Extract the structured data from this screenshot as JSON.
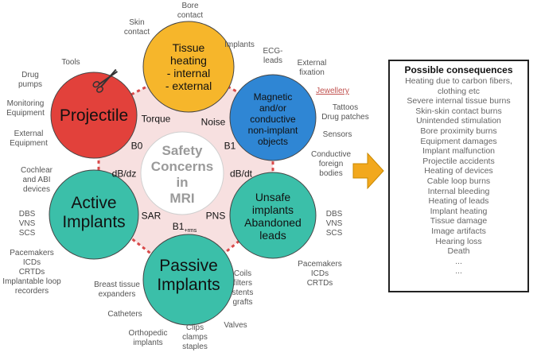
{
  "center": [
    "Safety",
    "Concerns",
    "in",
    "MRI"
  ],
  "nodes": [
    {
      "id": "tissue",
      "lines": [
        "Tissue",
        "heating",
        "- internal",
        "- external"
      ],
      "fill": "#f6b62b"
    },
    {
      "id": "magnetic",
      "lines": [
        "Magnetic",
        "and/or",
        "conductive",
        "non-implant",
        "objects"
      ],
      "fill": "#2f86d4"
    },
    {
      "id": "unsafe",
      "lines": [
        "Unsafe",
        "implants",
        "Abandoned",
        "leads"
      ],
      "fill": "#3bbfa9"
    },
    {
      "id": "passive",
      "lines": [
        "Passive",
        "Implants"
      ],
      "fill": "#3bbfa9"
    },
    {
      "id": "active",
      "lines": [
        "Active",
        "Implants"
      ],
      "fill": "#3bbfa9"
    },
    {
      "id": "projectile",
      "lines": [
        "Projectile"
      ],
      "fill": "#e2413b"
    }
  ],
  "inner_labels": {
    "torque": "Torque",
    "noise": "Noise",
    "b0": "B0",
    "b1": "B1",
    "dbdz": "dB/dz",
    "dbdt": "dB/dt",
    "sar": "SAR",
    "pns": "PNS",
    "b1rms_main": "B1",
    "b1rms_sub": "+rms"
  },
  "outer_labels": {
    "bore_contact": "Bore\ncontact",
    "skin_contact": "Skin\ncontact",
    "implants": "Implants",
    "ecg_leads": "ECG-\nleads",
    "external_fixation": "External\nfixation",
    "jewellery": "Jewellery",
    "tattoos": "Tattoos\nDrug patches",
    "sensors": "Sensors",
    "conductive_foreign": "Conductive\nforeign\nbodies",
    "dbs_right": "DBS\nVNS\nSCS",
    "pacemakers_right": "Pacemakers\nICDs\nCRTDs",
    "coils": "Coils\nfilters\nstents\ngrafts",
    "valves": "Valves",
    "clips": "Clips\nclamps\nstaples",
    "orthopedic": "Orthopedic\nimplants",
    "catheters": "Catheters",
    "breast": "Breast tissue\nexpanders",
    "pacemakers_left": "Pacemakers\nICDs\nCRTDs\nImplantable loop\nrecorders",
    "dbs_left": "DBS\nVNS\nSCS",
    "cochlear": "Cochlear\nand ABI\ndevices",
    "external_equipment": "External\nEquipment",
    "monitoring": "Monitoring\nEquipment",
    "drug_pumps": "Drug\npumps",
    "tools": "Tools"
  },
  "consequences": {
    "title": "Possible consequences",
    "items": [
      "Heating due to carbon fibers,",
      "clothing etc",
      "Severe internal tissue burns",
      "Skin-skin contact burns",
      "Unintended stimulation",
      "Bore proximity burns",
      "Equipment damages",
      "Implant malfunction",
      "Projectile accidents",
      "Heating of devices",
      "Cable loop burns",
      "Internal bleeding",
      "Heating of leads",
      "Implant heating",
      "Tissue damage",
      "Image artifacts",
      "Hearing loss",
      "Death",
      "...",
      "..."
    ]
  },
  "colors": {
    "ring": "#f4d6d6",
    "dashes": "#d94a4a",
    "arrow": "#f2a81d",
    "label_gray": "#555555"
  }
}
